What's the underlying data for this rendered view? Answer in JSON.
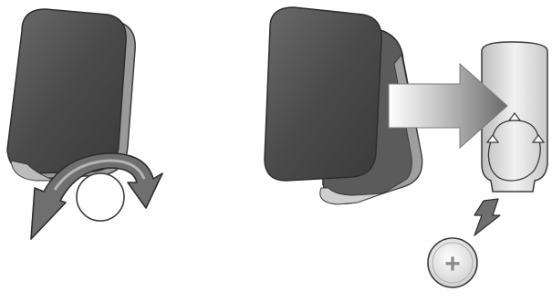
{
  "diagram": {
    "description_visible_text": "",
    "steps": [
      {
        "id": "step-1",
        "action": "twist-open"
      },
      {
        "id": "step-2",
        "action": "remove-battery"
      }
    ],
    "battery_symbol": "+",
    "colors": {
      "device_body": "#4a4a4a",
      "device_highlight": "#6e6e6e",
      "device_edge": "#8a8a8a",
      "arrow_fill": "#6f6f6f",
      "arrow_light": "#d9d9d9",
      "battery_fill": "#e7e7e7",
      "outline": "#3a3a3a"
    },
    "icons": [
      "rotate-arrow-icon",
      "slide-arrow-icon",
      "down-arrow-icon",
      "coin-battery-icon"
    ]
  }
}
